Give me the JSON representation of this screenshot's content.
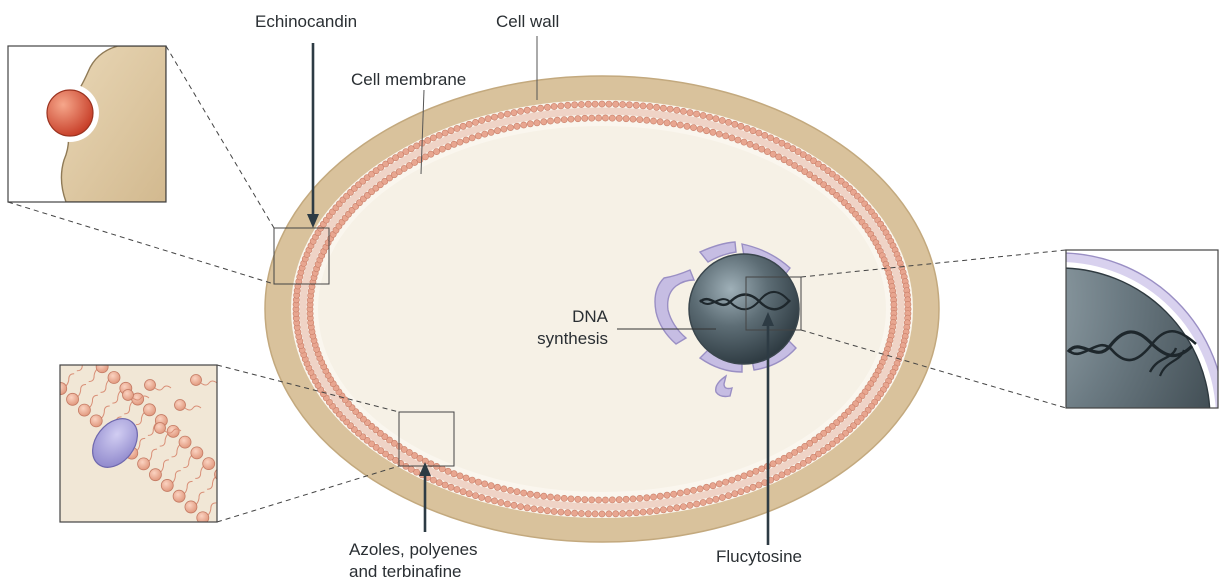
{
  "labels": {
    "echinocandin": "Echinocandin",
    "cell_wall": "Cell wall",
    "cell_membrane": "Cell membrane",
    "dna_line1": "DNA",
    "dna_line2": "synthesis",
    "azoles_line1": "Azoles, polyenes",
    "azoles_line2": "and terbinafine",
    "flucytosine": "Flucytosine"
  },
  "colors": {
    "cell_wall": "#d9c29c",
    "cytoplasm": "#f6f1e6",
    "membrane_bead": "#e8a690",
    "nucleus": "#4f5e66",
    "nuclear_envelope": "#c6bde3",
    "arrow": "#2d3b44",
    "drug_sphere": "#dd5c3e",
    "membrane_protein": "#a9a3d9"
  }
}
